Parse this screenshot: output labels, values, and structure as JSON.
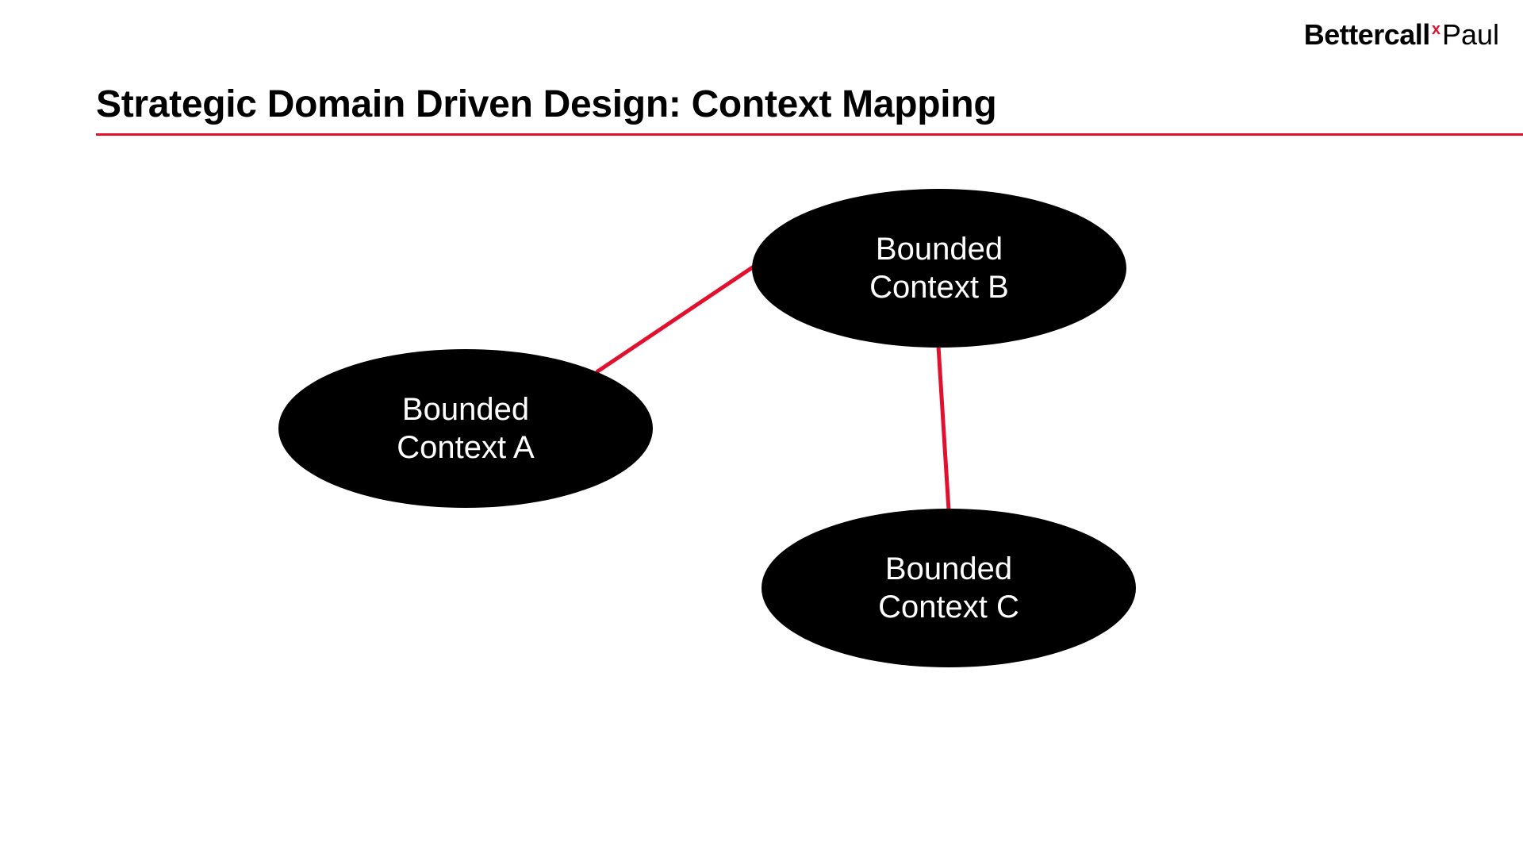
{
  "brand": {
    "part1": "Bettercall",
    "mark": "x",
    "part2": "Paul",
    "accent_color": "#e0102e"
  },
  "title": "Strategic Domain Driven Design: Context Mapping",
  "diagram": {
    "node_fill": "#000000",
    "edge_color": "#e0102e",
    "nodes": [
      {
        "id": "a",
        "line1": "Bounded",
        "line2": "Context A"
      },
      {
        "id": "b",
        "line1": "Bounded",
        "line2": "Context B"
      },
      {
        "id": "c",
        "line1": "Bounded",
        "line2": "Context C"
      }
    ],
    "edges": [
      {
        "from": "a",
        "to": "b"
      },
      {
        "from": "b",
        "to": "c"
      }
    ]
  }
}
